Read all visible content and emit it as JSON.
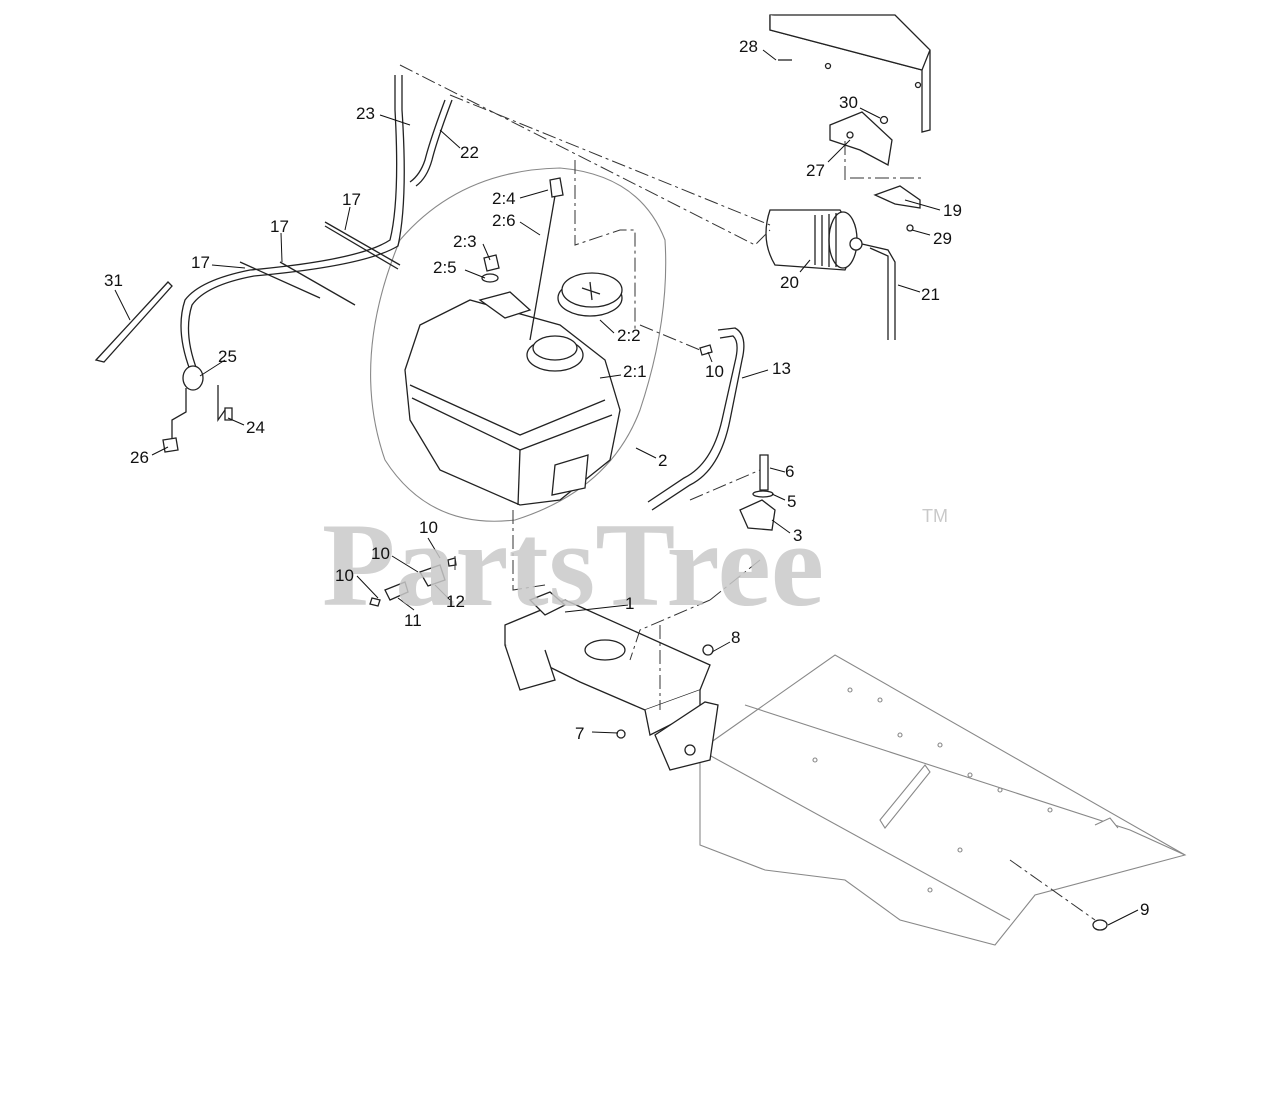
{
  "watermark": {
    "text": "PartsTree",
    "trademark": "TM"
  },
  "callouts": {
    "c28": "28",
    "c30": "30",
    "c27": "27",
    "c19": "19",
    "c29": "29",
    "c20": "20",
    "c21": "21",
    "c23": "23",
    "c22": "22",
    "c2_4": "2:4",
    "c2_6": "2:6",
    "c2_3": "2:3",
    "c2_5": "2:5",
    "c2_2": "2:2",
    "c2_1": "2:1",
    "c2": "2",
    "c17a": "17",
    "c17b": "17",
    "c17c": "17",
    "c31": "31",
    "c25": "25",
    "c24": "24",
    "c26": "26",
    "c10a": "10",
    "c10b": "10",
    "c10c": "10",
    "c10d": "10",
    "c13": "13",
    "c6": "6",
    "c5": "5",
    "c3": "3",
    "c12": "12",
    "c11": "11",
    "c1": "1",
    "c8": "8",
    "c7": "7",
    "c9": "9"
  }
}
